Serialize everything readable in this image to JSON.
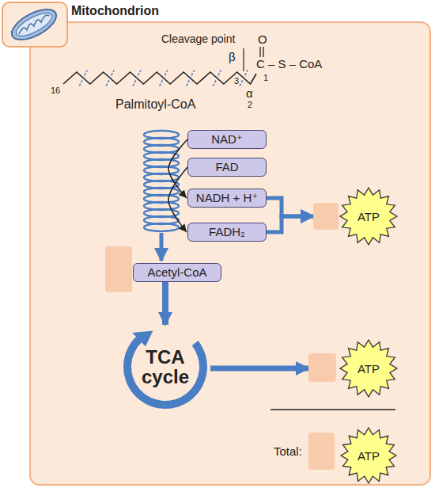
{
  "diagram": {
    "nodes": [
      {
        "text": [
          "Mitochondrion"
        ]
      },
      {
        "text": [
          "NAD⁺"
        ],
        "in": 0
      },
      {
        "text": [
          "FAD"
        ],
        "in": 0
      },
      {
        "text": [
          "NADH + H⁺"
        ],
        "in": 0
      },
      {
        "text": [
          "FADH₂"
        ],
        "in": 0
      },
      {
        "text": [
          "Acetyl-CoA"
        ],
        "in": 0
      },
      {
        "text": [
          "TCA cycle"
        ],
        "in": 0
      },
      {
        "text": [
          "ATP"
        ],
        "in": 0
      },
      {
        "text": [
          "ATP"
        ],
        "in": 0
      },
      {
        "text": [
          "ATP"
        ],
        "in": 0
      }
    ],
    "edges": [
      {
        "from": 1,
        "to": 3,
        "arrow": "to"
      },
      {
        "from": 2,
        "to": 4,
        "arrow": "to"
      },
      {
        "from": 3,
        "to": 7,
        "arrow": "to"
      },
      {
        "from": 4,
        "to": 7,
        "arrow": "to"
      },
      {
        "from": 5,
        "to": 6,
        "arrow": "to"
      },
      {
        "from": 6,
        "to": 8,
        "arrow": "to"
      }
    ],
    "labels": [
      "Cleavage point",
      "β",
      "O",
      "C – S – CoA",
      "α",
      "16",
      "3",
      "1",
      "2",
      "Palmitoyl-CoA",
      "Total:"
    ]
  }
}
